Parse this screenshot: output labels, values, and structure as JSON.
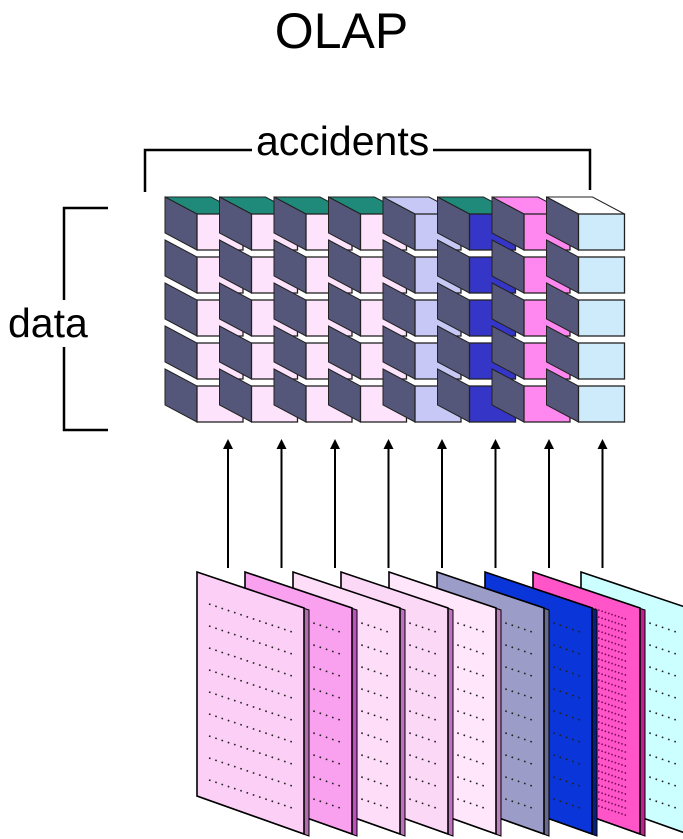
{
  "title": "OLAP",
  "labels": {
    "top": "accidents",
    "left": "data"
  },
  "columns": [
    {
      "face": "#FDE3FB",
      "side": "#55577A",
      "top": "#1F8A7A",
      "page": "#FCD0F6",
      "page_edge": "#B46CB0"
    },
    {
      "face": "#FDE3FB",
      "side": "#55577A",
      "top": "#1F8A7A",
      "page": "#F9A1EF",
      "page_edge": "#C050C0"
    },
    {
      "face": "#FDE3FB",
      "side": "#55577A",
      "top": "#1F8A7A",
      "page": "#FDDDF8",
      "page_edge": "#C070C0"
    },
    {
      "face": "#FDE3FB",
      "side": "#55577A",
      "top": "#1F8A7A",
      "page": "#FCD8F7",
      "page_edge": "#C070C0"
    },
    {
      "face": "#C8C8F6",
      "side": "#55577A",
      "top": "#C8C8F6",
      "page": "#FFE6FB",
      "page_edge": "#C080C0"
    },
    {
      "face": "#3535C8",
      "side": "#55577A",
      "top": "#1F8A7A",
      "page": "#9C9CC8",
      "page_edge": "#6A6A90"
    },
    {
      "face": "#FF88F0",
      "side": "#55577A",
      "top": "#FF88F0",
      "page": "#0A35D8",
      "page_edge": "#062080"
    },
    {
      "face": "#CDEBFA",
      "side": "#55577A",
      "top": "#FFFFFF",
      "page": "#FF55C8",
      "page_edge": "#C02090"
    }
  ],
  "extra_page": {
    "fill": "#CCFFFF",
    "edge": "#60B0B0"
  },
  "rows": 5
}
